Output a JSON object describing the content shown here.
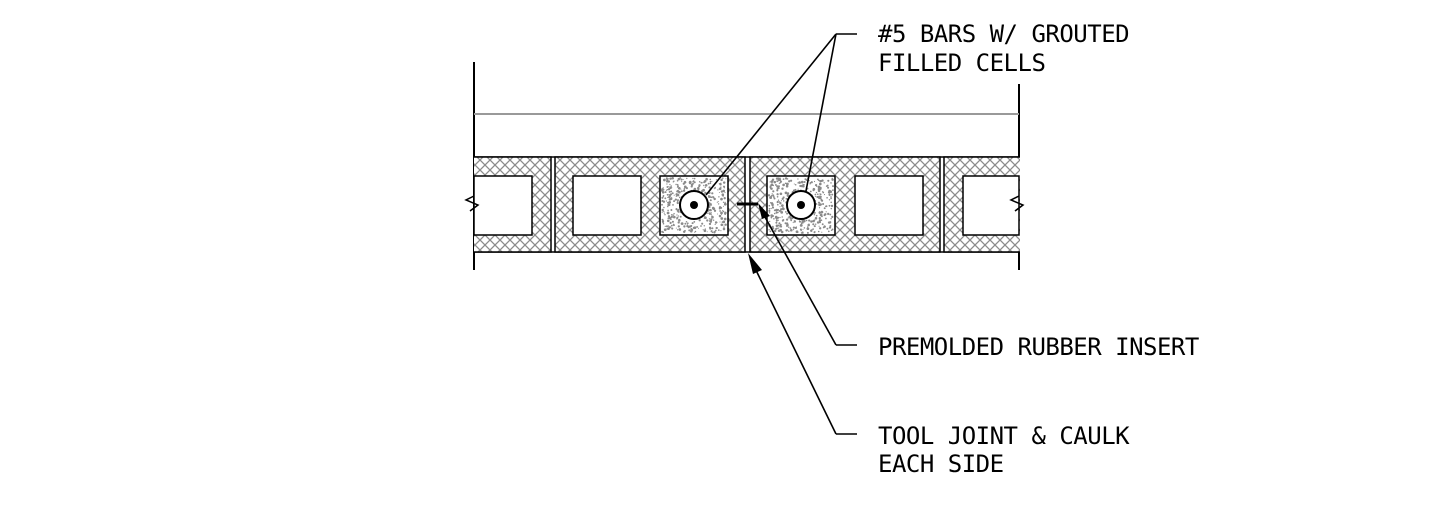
{
  "colors": {
    "line": "#000000",
    "grey_line": "#999999",
    "hatch": "#8c8c8c",
    "grout_speckle": "#8a8a8a",
    "background": "#ffffff"
  },
  "callouts": {
    "bars": {
      "line1": "#5 BARS W/ GROUTED",
      "line2": "FILLED CELLS"
    },
    "insert": {
      "line1": "PREMOLDED RUBBER INSERT"
    },
    "joint": {
      "line1": "TOOL JOINT & CAULK",
      "line2": "EACH SIDE"
    }
  }
}
